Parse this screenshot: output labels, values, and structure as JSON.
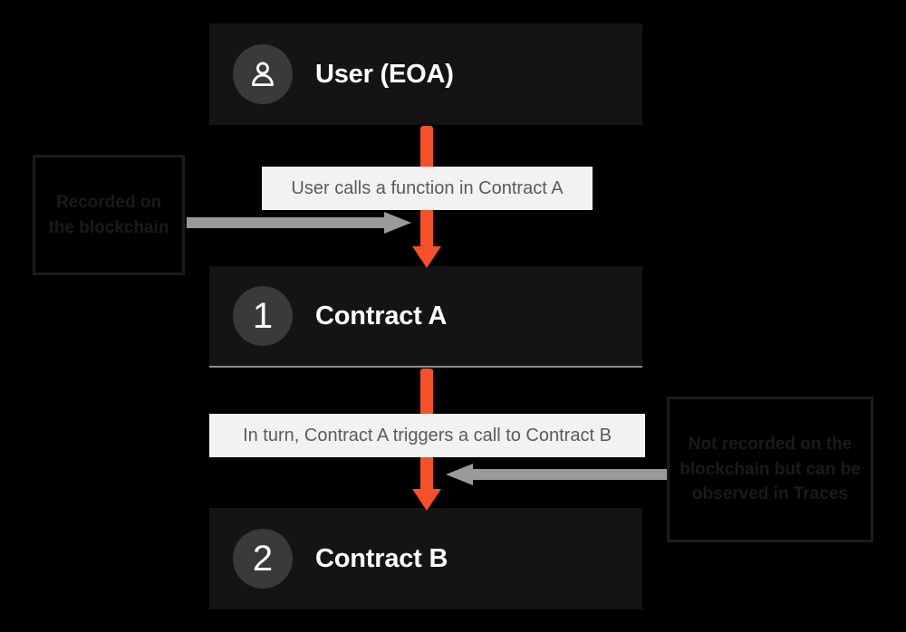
{
  "diagram": {
    "title": "Contract call flow",
    "background_color": "#000000",
    "accent_color": "#f4502a",
    "connector_color": "#9a9a9a",
    "node_background": "#141414",
    "badge_background": "#3a3a3a",
    "edge_label_background": "#f2f2f2",
    "edge_label_text_color": "#5b5b5b"
  },
  "nodes": [
    {
      "id": "user",
      "badge_icon": "person-icon",
      "badge_text": "",
      "label": "User (EOA)"
    },
    {
      "id": "contract-a",
      "badge_icon": "number-badge",
      "badge_text": "1",
      "label": "Contract A"
    },
    {
      "id": "contract-b",
      "badge_icon": "number-badge",
      "badge_text": "2",
      "label": "Contract B"
    }
  ],
  "edges": [
    {
      "id": "edge-1",
      "from": "user",
      "to": "contract-a",
      "label": "User calls a function in Contract A"
    },
    {
      "id": "edge-2",
      "from": "contract-a",
      "to": "contract-b",
      "label": "In turn, Contract A triggers a call to Contract B"
    }
  ],
  "notes": [
    {
      "id": "note-left",
      "text": "Recorded on the blockchain",
      "points_to": "edge-1",
      "direction": "right"
    },
    {
      "id": "note-right",
      "text": "Not recorded on the blockchain but can be observed in Traces",
      "points_to": "edge-2",
      "direction": "left"
    }
  ]
}
